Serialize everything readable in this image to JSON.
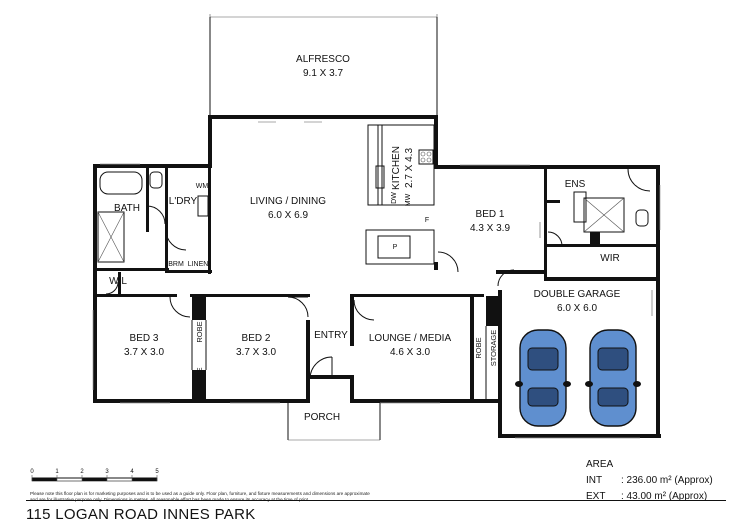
{
  "rooms": {
    "alfresco": {
      "name": "ALFRESCO",
      "dims": "9.1 X 3.7"
    },
    "living": {
      "name": "LIVING / DINING",
      "dims": "6.0 X 6.9"
    },
    "kitchen": {
      "name": "KITCHEN",
      "dims": "2.7 X 4.3"
    },
    "bed1": {
      "name": "BED 1",
      "dims": "4.3 X 3.9"
    },
    "ens": {
      "name": "ENS"
    },
    "wir": {
      "name": "WIR"
    },
    "garage": {
      "name": "DOUBLE GARAGE",
      "dims": "6.0 X 6.0"
    },
    "bath": {
      "name": "BATH"
    },
    "ldry": {
      "name": "L'DRY"
    },
    "wm": {
      "name": "WM"
    },
    "brm": {
      "name": "BRM"
    },
    "linen": {
      "name": "LINEN"
    },
    "wil": {
      "name": "WIL"
    },
    "bed3": {
      "name": "BED 3",
      "dims": "3.7 X 3.0"
    },
    "bed2": {
      "name": "BED 2",
      "dims": "3.7 X 3.0"
    },
    "robe_a": {
      "name": "ROBE"
    },
    "robe_b": {
      "name": "ROBE"
    },
    "robe_c": {
      "name": "ROBE"
    },
    "entry": {
      "name": "ENTRY"
    },
    "lounge": {
      "name": "LOUNGE / MEDIA",
      "dims": "4.6 X 3.0"
    },
    "storage": {
      "name": "STORAGE"
    },
    "porch": {
      "name": "PORCH"
    },
    "dw": {
      "name": "DW"
    },
    "mw": {
      "name": "MW"
    },
    "fridge": {
      "name": "F"
    },
    "pantry": {
      "name": "P"
    }
  },
  "scale": {
    "ticks": [
      "0",
      "1",
      "2",
      "3",
      "4",
      "5"
    ]
  },
  "area": {
    "title": "AREA",
    "int_label": "INT",
    "int_value": ": 236.00 m² (Approx)",
    "ext_label": "EXT",
    "ext_value": ": 43.00 m² (Approx)"
  },
  "disclaimer": "Please note this floor plan is for marketing purposes and is to be used as a guide only. Floor plan, furniture, and fixture measurements and dimensions are approximate and are for illustrative purpose only. Dimensions in metres. All reasonable effort has been made to ensure its accuracy at the time of print.",
  "address": "115 LOGAN ROAD INNES PARK",
  "colors": {
    "car": "#5f8fcf",
    "wall": "#111111"
  }
}
